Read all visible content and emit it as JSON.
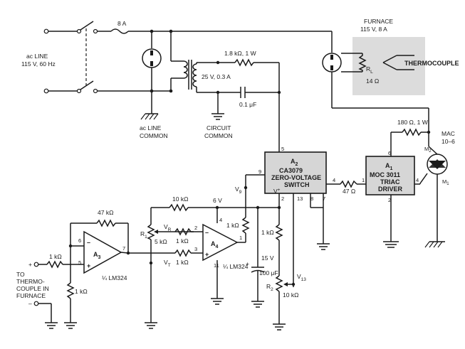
{
  "power": {
    "line_label": "ac LINE",
    "line_spec": "115 V, 60 Hz",
    "fuse_label": "8 A",
    "line_common_1": "ac LINE",
    "line_common_2": "COMMON",
    "xfmr_label": "25 V, 0.3 A",
    "circuit_common_1": "CIRCUIT",
    "circuit_common_2": "COMMON"
  },
  "furnace": {
    "title_1": "FURNACE",
    "title_2": "115 V, 8 A",
    "rl_label": "R",
    "rl_sub": "L",
    "rl_value": "14 Ω",
    "thermocouple": "THERMOCOUPLE"
  },
  "components": {
    "r_18k": "1.8 kΩ, 1 W",
    "c_01": "0.1 μF",
    "r_180": "180 Ω, 1 W",
    "r_47": "47 Ω",
    "r_47k": "47 kΩ",
    "r_10k_top": "10 kΩ",
    "v6": "6 V",
    "r1_label": "R",
    "r1_sub": "1",
    "r1_value": "5 kΩ",
    "vr": "V",
    "vr_sub": "R",
    "vt": "V",
    "vt_sub": "T",
    "r_1k_a": "1 kΩ",
    "r_1k_b": "1 kΩ",
    "r_1k_c": "1 kΩ",
    "r_1k_d": "1 kΩ",
    "r_1k_e": "1 kΩ",
    "r_1k_f": "1 kΩ",
    "c_100": "100 μF",
    "v15": "15 V",
    "r2_label": "R",
    "r2_sub": "2",
    "r2_value": "10 kΩ",
    "v13": "V",
    "v13_sub": "13",
    "v9": "V",
    "v9_sub": "9",
    "vplus": "V",
    "vplus_sup": "+",
    "plus_sign": "+",
    "minus_sign": "–"
  },
  "a2": {
    "name": "A",
    "name_sub": "2",
    "part": "CA3079",
    "desc_1": "ZERO-VOLTAGE",
    "desc_2": "SWITCH",
    "pins": [
      "5",
      "9",
      "4",
      "2",
      "13",
      "8",
      "7"
    ]
  },
  "a1": {
    "name": "A",
    "name_sub": "1",
    "part": "MOC 3011",
    "desc_1": "TRIAC",
    "desc_2": "DRIVER",
    "pins": [
      "6",
      "1",
      "4",
      "2"
    ]
  },
  "triac": {
    "part_1": "MAC",
    "part_2": "10–6",
    "m2": "M",
    "m2_sub": "2",
    "m1": "M",
    "m1_sub": "1"
  },
  "a3": {
    "name": "A",
    "name_sub": "3",
    "part": "¼ LM324",
    "pins": [
      "6",
      "5",
      "7"
    ]
  },
  "a4": {
    "name": "A",
    "name_sub": "4",
    "part": "¼ LM324",
    "pins": [
      "2",
      "3",
      "4",
      "11",
      "1"
    ]
  },
  "input": {
    "line_1": "TO",
    "line_2": "THERMO-",
    "line_3": "COUPLE IN",
    "line_4": "FURNACE",
    "plus": "+",
    "minus": "–"
  }
}
